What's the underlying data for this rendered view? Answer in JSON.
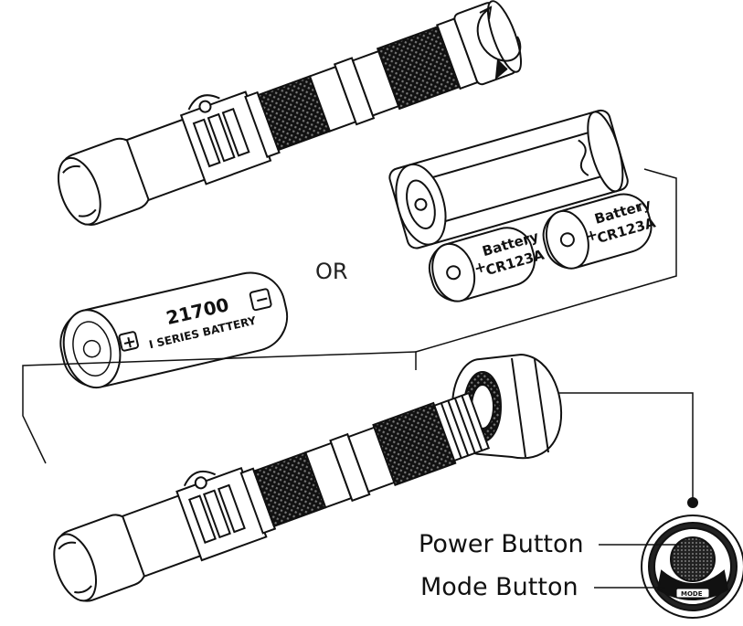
{
  "labels": {
    "or": "OR",
    "power_button": "Power Button",
    "mode_button": "Mode Button"
  },
  "battery_21700": {
    "size": "21700",
    "series": "I SERIES BATTERY",
    "plus": "+",
    "minus": "−"
  },
  "battery_cr123a_left": {
    "name": "Battery",
    "model": "CR123A",
    "plus": "+"
  },
  "battery_cr123a_right": {
    "name": "Battery",
    "model": "CR123A",
    "plus": "+"
  },
  "tailcap": {
    "mode_text": "MODE"
  },
  "icons": [
    "rotate-arrow-icon"
  ],
  "colors": {
    "line": "#111111",
    "fill": "#ffffff",
    "knurl": "#1a1a1a"
  }
}
